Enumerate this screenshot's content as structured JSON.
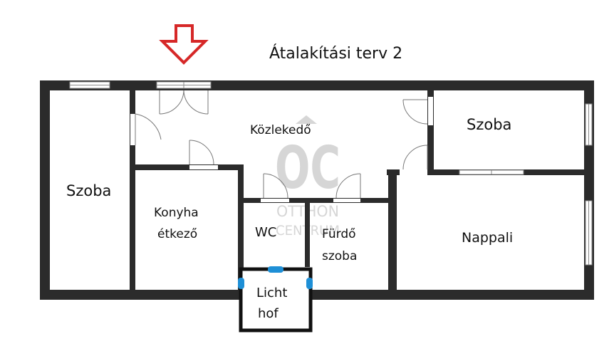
{
  "title": "Átalakítási terv 2",
  "rooms": {
    "szoba_left": "Szoba",
    "kozlekedo": "Közlekedő",
    "szoba_right": "Szoba",
    "konyha_line1": "Konyha",
    "konyha_line2": "étkező",
    "wc": "WC",
    "furdo_line1": "Fürdő",
    "furdo_line2": "szoba",
    "nappali": "Nappali",
    "licht_line1": "Licht",
    "licht_line2": "hof"
  },
  "watermark": {
    "logo": "OC",
    "line1": "OTTHON",
    "line2": "CENTRUM"
  },
  "colors": {
    "wall": "#2b2b2b",
    "arrow": "#d62828",
    "marker": "#1e8fd6",
    "watermark": "#d6d6d6"
  },
  "icons": [
    "entrance-arrow-icon",
    "door-swing-icon",
    "window-icon"
  ]
}
